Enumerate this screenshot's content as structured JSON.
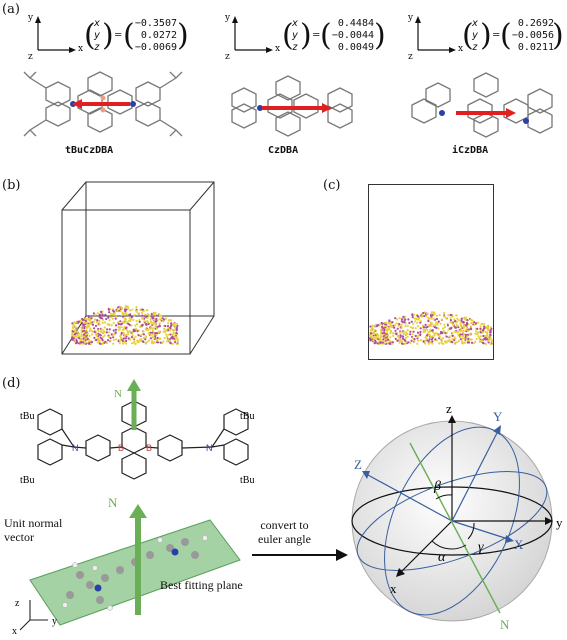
{
  "panel_a": {
    "label": "(a)",
    "molecules": [
      {
        "name": "tBuCzDBA",
        "vector": [
          "−0.3507",
          "0.0272",
          "−0.0069"
        ]
      },
      {
        "name": "CzDBA",
        "vector": [
          "0.4484",
          "−0.0044",
          "0.0049"
        ]
      },
      {
        "name": "iCzDBA",
        "vector": [
          "0.2692",
          "−0.0056",
          "0.0211"
        ]
      }
    ],
    "axes": {
      "x": "x",
      "y": "y",
      "z": "z"
    },
    "vector_symbols": [
      "x",
      "y",
      "z"
    ]
  },
  "panel_b": {
    "label": "(b)"
  },
  "panel_c": {
    "label": "(c)"
  },
  "panel_d": {
    "label": "(d)",
    "tbu": "tBu",
    "n_atom": "N",
    "b_atom": "B",
    "normal_label": "N",
    "unit_normal": "Unit normal\nvector",
    "best_fitting": "Best fitting plane",
    "convert": "convert to\neuler angle",
    "sphere": {
      "z": "z",
      "y": "y",
      "x": "x",
      "Z": "Z",
      "Y": "Y",
      "X": "X",
      "N": "N",
      "alpha": "α",
      "beta": "β",
      "gamma": "γ"
    },
    "axes": {
      "z": "z",
      "x": "x",
      "y": "y"
    }
  },
  "colors": {
    "arrow_red": "#e02020",
    "plane_green": "#5a9e5a",
    "sphere_blue": "#3a5f9e",
    "normal_green": "#6aae55",
    "dot_yellow": "#e8d23a",
    "dot_magenta": "#b04aa0"
  }
}
